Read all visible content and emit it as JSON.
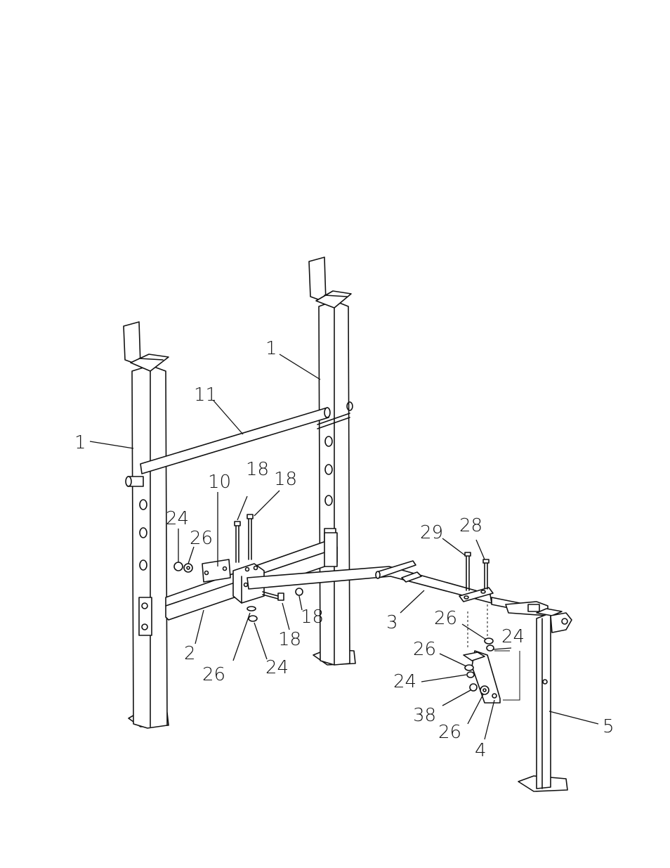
{
  "diagram": {
    "labels": {
      "post_left": "1",
      "post_right": "1",
      "crossbar": "11",
      "bracket": "10",
      "bolt_a": "18",
      "bolt_b": "18",
      "bolt_c": "18",
      "bolt_d": "18",
      "nut_left": "24",
      "washer_left": "26",
      "base_tube": "2",
      "washer_lower": "26",
      "nut_lower": "24",
      "bolt_29": "29",
      "bolt_28": "28",
      "main_frame": "3",
      "washer_r1": "26",
      "nut_r1": "24",
      "washer_r2": "26",
      "nut_r2": "24",
      "bolt_38": "38",
      "washer_r3": "26",
      "leg_bracket": "4",
      "front_leg": "5"
    }
  }
}
